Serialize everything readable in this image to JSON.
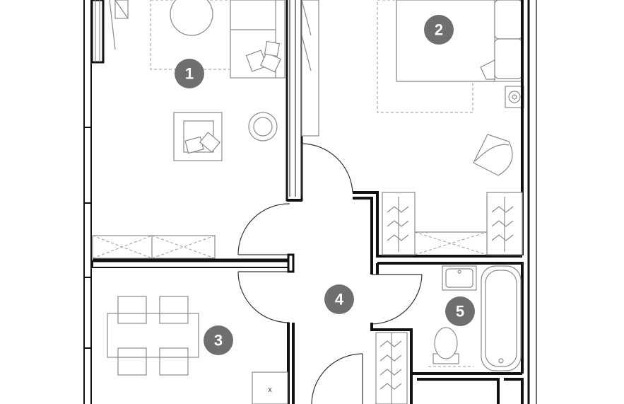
{
  "rooms": [
    {
      "id": "1",
      "label": "1"
    },
    {
      "id": "2",
      "label": "2"
    },
    {
      "id": "3",
      "label": "3"
    },
    {
      "id": "4",
      "label": "4"
    },
    {
      "id": "5",
      "label": "5"
    }
  ],
  "marks": {
    "utility_x": "x"
  },
  "colors": {
    "badge": "#6f6f6f",
    "wall": "#111111",
    "furniture": "#8a8a8a"
  }
}
